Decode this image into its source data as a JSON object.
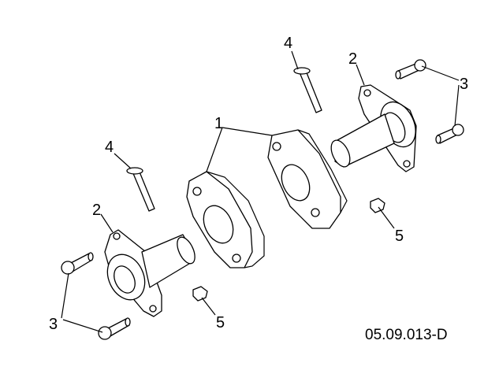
{
  "diagram": {
    "caption": "05.09.013-D",
    "callouts": [
      {
        "id": "1",
        "text": "1"
      },
      {
        "id": "2a",
        "text": "2"
      },
      {
        "id": "2b",
        "text": "2"
      },
      {
        "id": "3a",
        "text": "3"
      },
      {
        "id": "3b",
        "text": "3"
      },
      {
        "id": "4a",
        "text": "4"
      },
      {
        "id": "4b",
        "text": "4"
      },
      {
        "id": "5a",
        "text": "5"
      },
      {
        "id": "5b",
        "text": "5"
      }
    ]
  }
}
